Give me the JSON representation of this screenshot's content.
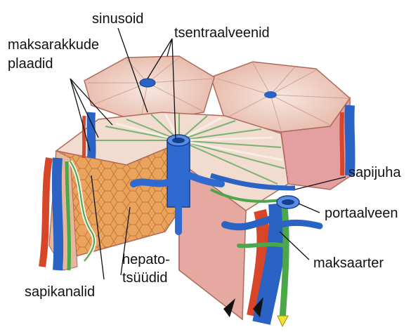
{
  "labels": {
    "sinusoid": "sinusoid",
    "central_veins": "tsentraalveenid",
    "plates_line1": "maksarakkude",
    "plates_line2": "plaadid",
    "bile_duct": "sapijuha",
    "portal_vein": "portaalveen",
    "hepatocytes_line1": "hepato-",
    "hepatocytes_line2": "tsüüdid",
    "hepatic_artery": "maksaarter",
    "bile_canaliculi": "sapikanalid"
  },
  "colors": {
    "vein_blue": "#2a63c4",
    "artery_red": "#d8462a",
    "bile_green": "#4aa84a",
    "tissue_pink": "#e9a8a0",
    "lobule_top": "#ecc9bd",
    "hepatocyte_orange": "#e9a45c"
  }
}
